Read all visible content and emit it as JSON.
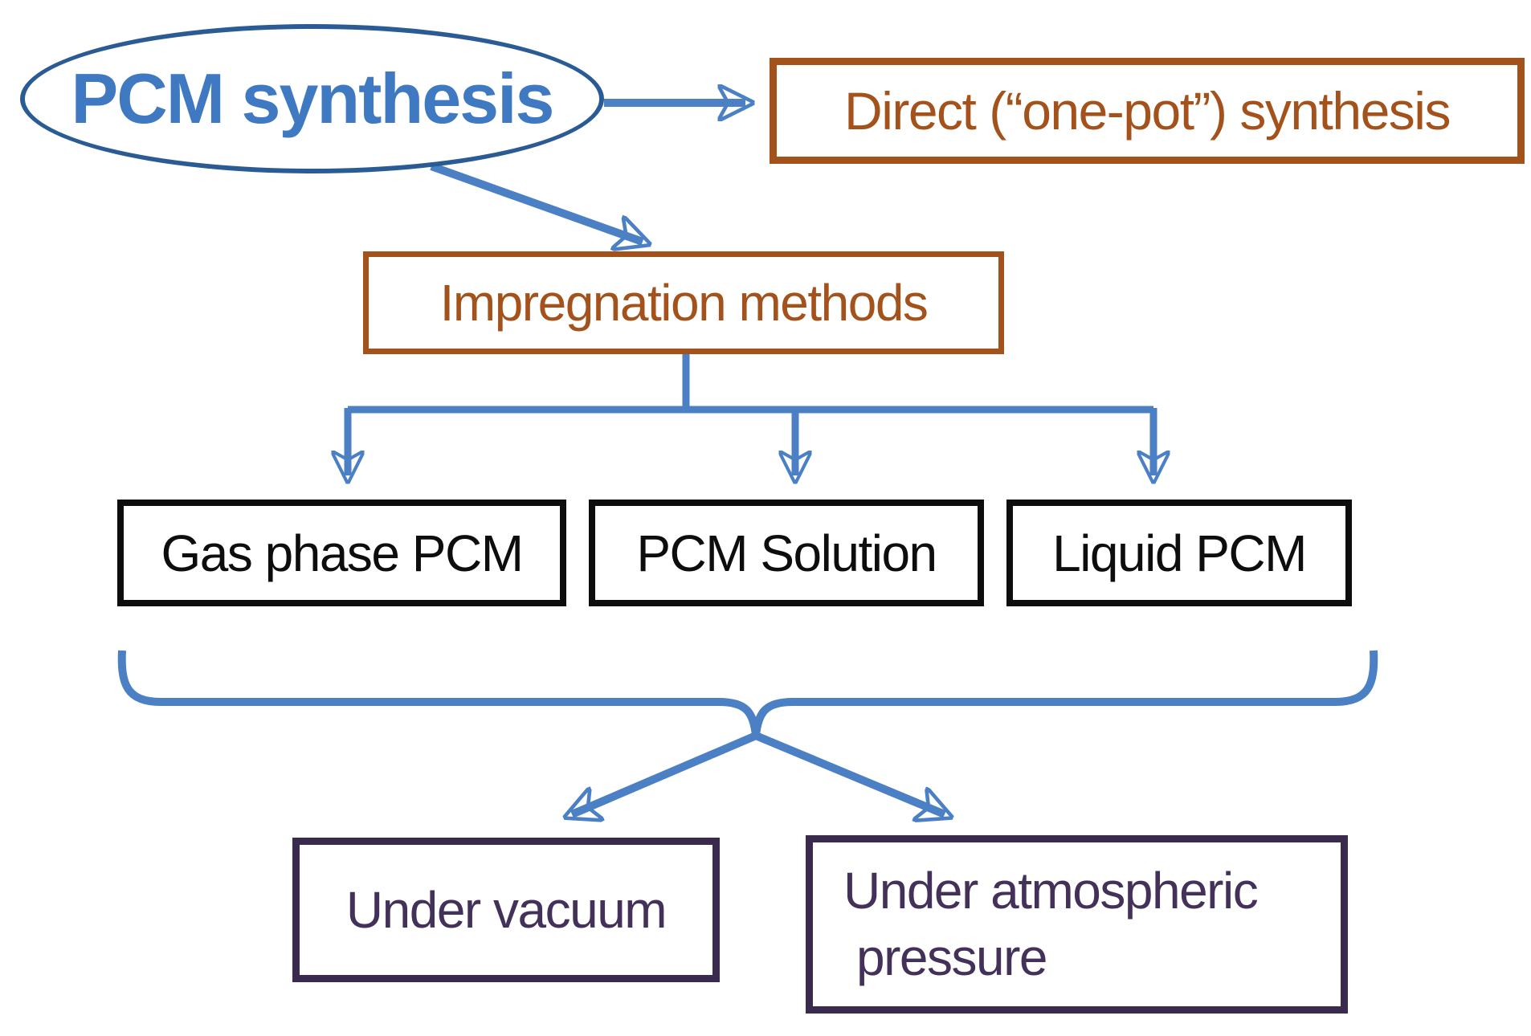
{
  "diagram": {
    "title": "PCM synthesis flowchart",
    "root": {
      "label": "PCM synthesis"
    },
    "nodes": {
      "direct": {
        "label": "Direct (“one-pot”) synthesis"
      },
      "impregnation": {
        "label": "Impregnation methods"
      },
      "gas_phase": {
        "label": "Gas phase PCM"
      },
      "pcm_solution": {
        "label": "PCM Solution"
      },
      "liquid_pcm": {
        "label": "Liquid PCM"
      },
      "under_vacuum": {
        "label": "Under vacuum"
      },
      "under_atmospheric": {
        "line1": "Under atmospheric",
        "line2": "pressure"
      }
    },
    "edges": [
      {
        "from": "pcm_synthesis",
        "to": "direct",
        "style": "arrow"
      },
      {
        "from": "pcm_synthesis",
        "to": "impregnation",
        "style": "arrow"
      },
      {
        "from": "impregnation",
        "to": "gas_phase",
        "style": "arrow"
      },
      {
        "from": "impregnation",
        "to": "pcm_solution",
        "style": "arrow"
      },
      {
        "from": "impregnation",
        "to": "liquid_pcm",
        "style": "arrow"
      },
      {
        "from": "impregnation-branches-brace",
        "to": "under_vacuum",
        "style": "arrow"
      },
      {
        "from": "impregnation-branches-brace",
        "to": "under_atmospheric",
        "style": "arrow"
      }
    ],
    "colors": {
      "blue_line": "#4b80c4",
      "blue_dark": "#2b5b94",
      "blue_text": "#3e79c2",
      "orange": "#a4521c",
      "black": "#0d0d0d",
      "purple_border": "#3a2a4e",
      "purple_text": "#43315a"
    }
  }
}
